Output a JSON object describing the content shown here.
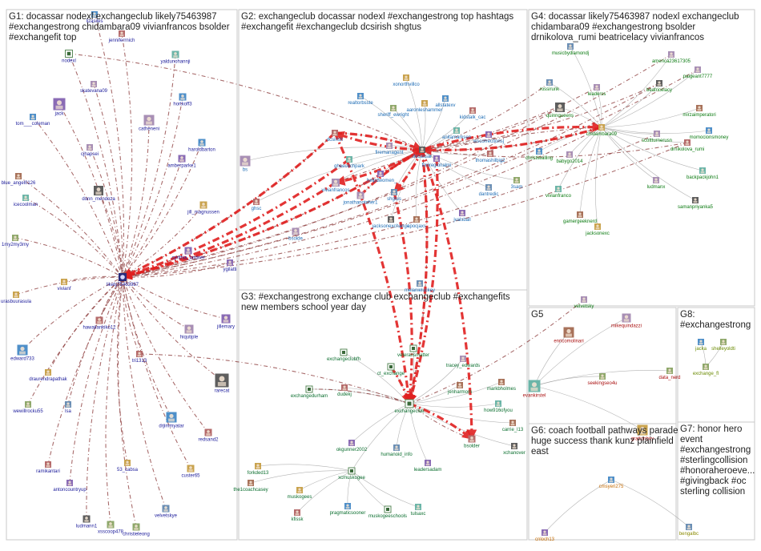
{
  "colors": {
    "edge_gray": "#9a9a9a",
    "edge_red_dark": "#8b3a3a",
    "edge_red_bright": "#e02020",
    "group_border": "#c8c8c8",
    "label_g1": "#1a1a9a",
    "label_g2": "#1a6ab4",
    "label_g3": "#0a6e2e",
    "label_g4": "#0a7a10",
    "label_g5": "#aa1010",
    "label_g6": "#c46a00",
    "label_g7": "#8a8a00",
    "label_g8": "#6a8a00"
  },
  "groups": [
    {
      "id": "G1",
      "lines": [
        "G1: docassar nodexl exchangeclub likely75463987",
        "#exchangestrong chidambara09 vivianfrancos bsolder",
        "#exchangefit top"
      ]
    },
    {
      "id": "G2",
      "lines": [
        "G2: exchangeclub docassar nodexl #exchangestrong top hashtags",
        "#exchangefit #exchangeclub dcsirish shgtus"
      ]
    },
    {
      "id": "G3",
      "lines": [
        "G3: #exchangestrong exchange club exchangeclub #exchangefits",
        "new members school year day"
      ]
    },
    {
      "id": "G4",
      "lines": [
        "G4: docassar likely75463987 nodexl exchangeclub",
        "chidambara09 #exchangestrong bsolder",
        "drnikolova_rumi beatricelacy vivianfrancos"
      ]
    },
    {
      "id": "G5",
      "lines": [
        "G5"
      ]
    },
    {
      "id": "G6",
      "lines": [
        "G6: coach football pathways parade",
        "huge success thank kunz plainfield",
        "east"
      ]
    },
    {
      "id": "G7",
      "lines": [
        "G7: honor hero",
        "event",
        "#exchangestrong",
        "#sterlingcollision",
        "#honoraheroeve...",
        "#givingback #oc",
        "sterling collision"
      ]
    },
    {
      "id": "G8",
      "lines": [
        "G8:",
        "#exchangestrong"
      ]
    }
  ],
  "nodes": [
    {
      "id": "likely75463987",
      "group": "G1",
      "icon": "star-icon"
    },
    {
      "id": "nodexl",
      "group": "G1",
      "icon": "logo-icon"
    },
    {
      "id": "lizasiles",
      "group": "G1",
      "icon": "avatar-icon"
    },
    {
      "id": "jenniferrnich",
      "group": "G1",
      "icon": "avatar-icon"
    },
    {
      "id": "yaldunohannji",
      "group": "G1",
      "icon": "avatar-icon"
    },
    {
      "id": "skatevana09",
      "group": "G1",
      "icon": "avatar-icon"
    },
    {
      "id": "hortkoff3",
      "group": "G1",
      "icon": "avatar-icon"
    },
    {
      "id": "jack",
      "group": "G1",
      "icon": "avatar-icon"
    },
    {
      "id": "tom___coleman",
      "group": "G1",
      "icon": "avatar-icon"
    },
    {
      "id": "catheneni",
      "group": "G1",
      "icon": "avatar-icon"
    },
    {
      "id": "cjhapsei",
      "group": "G1",
      "icon": "avatar-icon"
    },
    {
      "id": "haroldbarton",
      "group": "G1",
      "icon": "avatar-icon"
    },
    {
      "id": "amberparke1",
      "group": "G1",
      "icon": "avatar-icon"
    },
    {
      "id": "blue_angel0126",
      "group": "G1",
      "icon": "avatar-icon"
    },
    {
      "id": "icecoolman",
      "group": "G1",
      "icon": "avatar-icon"
    },
    {
      "id": "donn_mendoza",
      "group": "G1",
      "icon": "avatar-icon"
    },
    {
      "id": "jill_magnussen",
      "group": "G1",
      "icon": "avatar-icon"
    },
    {
      "id": "1my2my3my",
      "group": "G1",
      "icon": "avatar-icon"
    },
    {
      "id": "cynthia_lardner",
      "group": "G1",
      "icon": "avatar-icon"
    },
    {
      "id": "ygilatti",
      "group": "G1",
      "icon": "avatar-icon"
    },
    {
      "id": "vivianf",
      "group": "G1",
      "icon": "avatar-icon"
    },
    {
      "id": "urasbuurasula",
      "group": "G1",
      "icon": "avatar-icon"
    },
    {
      "id": "hawaiiankiko12",
      "group": "G1",
      "icon": "avatar-icon"
    },
    {
      "id": "hiqutiple",
      "group": "G1",
      "icon": "avatar-icon"
    },
    {
      "id": "jillemary",
      "group": "G1",
      "icon": "avatar-icon"
    },
    {
      "id": "edward733",
      "group": "G1",
      "icon": "avatar-icon"
    },
    {
      "id": "draurendrapathak",
      "group": "G1",
      "icon": "avatar-icon"
    },
    {
      "id": "tri1313",
      "group": "G1",
      "icon": "avatar-icon"
    },
    {
      "id": "rarecat",
      "group": "G1",
      "icon": "avatar-icon"
    },
    {
      "id": "wewillrocku55",
      "group": "G1",
      "icon": "avatar-icon"
    },
    {
      "id": "lsa",
      "group": "G1",
      "icon": "avatar-icon"
    },
    {
      "id": "drjimmyatar",
      "group": "G1",
      "icon": "avatar-icon"
    },
    {
      "id": "redsand2",
      "group": "G1",
      "icon": "avatar-icon"
    },
    {
      "id": "ramikantari",
      "group": "G1",
      "icon": "avatar-icon"
    },
    {
      "id": "antoncountryup",
      "group": "G1",
      "icon": "avatar-icon"
    },
    {
      "id": "53_cabsa",
      "group": "G1",
      "icon": "avatar-icon"
    },
    {
      "id": "custer65",
      "group": "G1",
      "icon": "avatar-icon"
    },
    {
      "id": "velvetskye",
      "group": "G1",
      "icon": "avatar-icon"
    },
    {
      "id": "ludmann1",
      "group": "G1",
      "icon": "avatar-icon"
    },
    {
      "id": "xsscoop478",
      "group": "G1",
      "icon": "avatar-icon"
    },
    {
      "id": "christieleong",
      "group": "G1",
      "icon": "avatar-icon"
    },
    {
      "id": "docassar",
      "group": "G2",
      "icon": "avatar-icon"
    },
    {
      "id": "dcsirish",
      "group": "G2",
      "icon": "avatar-icon"
    },
    {
      "id": "shgtus",
      "group": "G2",
      "icon": "avatar-icon"
    },
    {
      "id": "vivianfrancos",
      "group": "G2",
      "icon": "avatar-icon"
    },
    {
      "id": "gheecechpark",
      "group": "G2",
      "icon": "avatar-icon"
    },
    {
      "id": "firemanagent",
      "group": "G2",
      "icon": "avatar-icon"
    },
    {
      "id": "_helpdwomen_",
      "group": "G2",
      "icon": "avatar-icon"
    },
    {
      "id": "jonathanotcher1",
      "group": "G2",
      "icon": "avatar-icon"
    },
    {
      "id": "filmregionalmi",
      "group": "G2",
      "icon": "avatar-icon"
    },
    {
      "id": "jacksonexchange",
      "group": "G2",
      "icon": "avatar-icon"
    },
    {
      "id": "apocjaxs",
      "group": "G2",
      "icon": "avatar-icon"
    },
    {
      "id": "jvalsball",
      "group": "G2",
      "icon": "avatar-icon"
    },
    {
      "id": "dantredic",
      "group": "G2",
      "icon": "avatar-icon"
    },
    {
      "id": "bsolde",
      "group": "G2",
      "icon": "avatar-icon"
    },
    {
      "id": "ghsc",
      "group": "G2",
      "icon": "avatar-icon"
    },
    {
      "id": "bs",
      "group": "G2",
      "icon": "avatar-icon"
    },
    {
      "id": "xonorthvillco",
      "group": "G2",
      "icon": "avatar-icon"
    },
    {
      "id": "realtorbsste",
      "group": "G2",
      "icon": "avatar-icon"
    },
    {
      "id": "sheriff_ewright",
      "group": "G2",
      "icon": "avatar-icon"
    },
    {
      "id": "aaronleshammer",
      "group": "G2",
      "icon": "avatar-icon"
    },
    {
      "id": "allstatexv",
      "group": "G2",
      "icon": "avatar-icon"
    },
    {
      "id": "kidstalk_cac",
      "group": "G2",
      "icon": "avatar-icon"
    },
    {
      "id": "anitamarksen",
      "group": "G2",
      "icon": "avatar-icon"
    },
    {
      "id": "wscorrectionsj",
      "group": "G2",
      "icon": "avatar-icon"
    },
    {
      "id": "thomashilbig2",
      "group": "G2",
      "icon": "avatar-icon"
    },
    {
      "id": "3sam",
      "group": "G2",
      "icon": "avatar-icon"
    },
    {
      "id": "melanieluckey",
      "group": "G2",
      "icon": "avatar-icon"
    },
    {
      "id": "exchangeclub",
      "group": "G3",
      "icon": "logo-icon"
    },
    {
      "id": "bsolder",
      "group": "G3",
      "icon": "avatar-icon"
    },
    {
      "id": "exchangeclubfh",
      "group": "G3",
      "icon": "logo-icon"
    },
    {
      "id": "veteransmatter",
      "group": "G3",
      "icon": "logo-icon"
    },
    {
      "id": "tracey_edwards",
      "group": "G3",
      "icon": "avatar-icon"
    },
    {
      "id": "ct_exchange",
      "group": "G3",
      "icon": "logo-icon"
    },
    {
      "id": "jenharmom",
      "group": "G3",
      "icon": "avatar-icon"
    },
    {
      "id": "markbholmes",
      "group": "G3",
      "icon": "avatar-icon"
    },
    {
      "id": "exchangedurham",
      "group": "G3",
      "icon": "logo-icon"
    },
    {
      "id": "dudekj",
      "group": "G3",
      "icon": "avatar-icon"
    },
    {
      "id": "how916ofyou",
      "group": "G3",
      "icon": "avatar-icon"
    },
    {
      "id": "carrie_l13",
      "group": "G3",
      "icon": "avatar-icon"
    },
    {
      "id": "xchanover",
      "group": "G3",
      "icon": "avatar-icon"
    },
    {
      "id": "okgunner2002",
      "group": "G3",
      "icon": "avatar-icon"
    },
    {
      "id": "humanoid_info",
      "group": "G3",
      "icon": "avatar-icon"
    },
    {
      "id": "leadersadam",
      "group": "G3",
      "icon": "avatar-icon"
    },
    {
      "id": "forkded13",
      "group": "G3",
      "icon": "avatar-icon"
    },
    {
      "id": "xcmuskogee",
      "group": "G3",
      "icon": "logo-icon"
    },
    {
      "id": "the1coachcasey",
      "group": "G3",
      "icon": "avatar-icon"
    },
    {
      "id": "muskogees",
      "group": "G3",
      "icon": "avatar-icon"
    },
    {
      "id": "kfissk",
      "group": "G3",
      "icon": "avatar-icon"
    },
    {
      "id": "pragmaticsooner",
      "group": "G3",
      "icon": "avatar-icon"
    },
    {
      "id": "muskogeeschools",
      "group": "G3",
      "icon": "logo-icon"
    },
    {
      "id": "tulsaxc",
      "group": "G3",
      "icon": "avatar-icon"
    },
    {
      "id": "chidambara09",
      "group": "G4",
      "icon": "avatar-icon"
    },
    {
      "id": "musicbydiamondj",
      "group": "G4",
      "icon": "avatar-icon"
    },
    {
      "id": "america23617305",
      "group": "G4",
      "icon": "avatar-icon"
    },
    {
      "id": "rossirunk",
      "group": "G4",
      "icon": "avatar-icon"
    },
    {
      "id": "leaderss",
      "group": "G4",
      "icon": "avatar-icon"
    },
    {
      "id": "beatricelacy",
      "group": "G4",
      "icon": "avatar-icon"
    },
    {
      "id": "paigeant7777",
      "group": "G4",
      "icon": "avatar-icon"
    },
    {
      "id": "quinnqueens",
      "group": "G4",
      "icon": "avatar-icon"
    },
    {
      "id": "mirzaimperatori",
      "group": "G4",
      "icon": "avatar-icon"
    },
    {
      "id": "scottturnerusn",
      "group": "G4",
      "icon": "avatar-icon"
    },
    {
      "id": "momocionsmoney",
      "group": "G4",
      "icon": "avatar-icon"
    },
    {
      "id": "christiwalling",
      "group": "G4",
      "icon": "avatar-icon"
    },
    {
      "id": "drnikolova_rumi",
      "group": "G4",
      "icon": "avatar-icon"
    },
    {
      "id": "babygo2014",
      "group": "G4",
      "icon": "avatar-icon"
    },
    {
      "id": "backpackjohn1",
      "group": "G4",
      "icon": "avatar-icon"
    },
    {
      "id": "ludmanx",
      "group": "G4",
      "icon": "avatar-icon"
    },
    {
      "id": "vivianfranco",
      "group": "G4",
      "icon": "avatar-icon"
    },
    {
      "id": "samanpriyanka5",
      "group": "G4",
      "icon": "avatar-icon"
    },
    {
      "id": "gamergeeknerd",
      "group": "G4",
      "icon": "avatar-icon"
    },
    {
      "id": "jacksonexc",
      "group": "G4",
      "icon": "avatar-icon"
    },
    {
      "id": "velvetsky",
      "group": "G4",
      "icon": "avatar-icon"
    },
    {
      "id": "enricomolinari",
      "group": "G5",
      "icon": "avatar-icon"
    },
    {
      "id": "mikequindazzi",
      "group": "G5",
      "icon": "avatar-icon"
    },
    {
      "id": "evankirstel",
      "group": "G5",
      "icon": "avatar-icon"
    },
    {
      "id": "seekingseo4u",
      "group": "G5",
      "icon": "avatar-icon"
    },
    {
      "id": "data_nerd",
      "group": "G5",
      "icon": "avatar-icon"
    },
    {
      "id": "grattonboy",
      "group": "G5",
      "icon": "avatar-icon"
    },
    {
      "id": "cmsyeri275",
      "group": "G6",
      "icon": "avatar-icon"
    },
    {
      "id": "cnloch13",
      "group": "G6",
      "icon": "avatar-icon"
    },
    {
      "id": "bengalbc",
      "group": "G7",
      "icon": "avatar-icon"
    },
    {
      "id": "jacka",
      "group": "G8",
      "icon": "avatar-icon"
    },
    {
      "id": "shelleyoldti",
      "group": "G8",
      "icon": "avatar-icon"
    },
    {
      "id": "exchange_fl",
      "group": "G8",
      "icon": "avatar-icon"
    }
  ]
}
